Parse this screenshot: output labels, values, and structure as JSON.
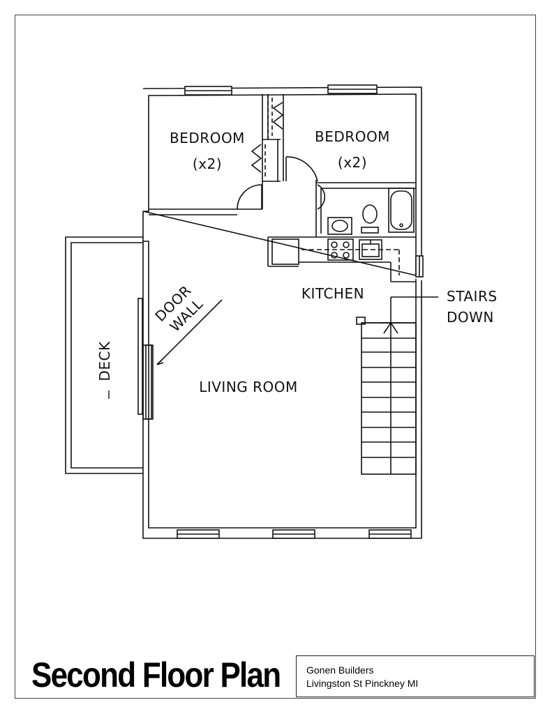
{
  "title": "Second Floor Plan",
  "title_block": {
    "company": "Gonen Builders",
    "address": "Livingston St Pinckney MI"
  },
  "rooms": {
    "bedroom_left": {
      "name": "BEDROOM",
      "qty": "(x2)"
    },
    "bedroom_right": {
      "name": "BEDROOM",
      "qty": "(x2)"
    },
    "kitchen": "KITCHEN",
    "living_room": "LIVING ROOM",
    "deck": "DECK"
  },
  "annotations": {
    "stairs": [
      "STAIRS",
      "DOWN"
    ],
    "door_wall": [
      "DOOR",
      "WALL"
    ]
  },
  "colors": {
    "ink": "#111111",
    "background": "#ffffff"
  }
}
